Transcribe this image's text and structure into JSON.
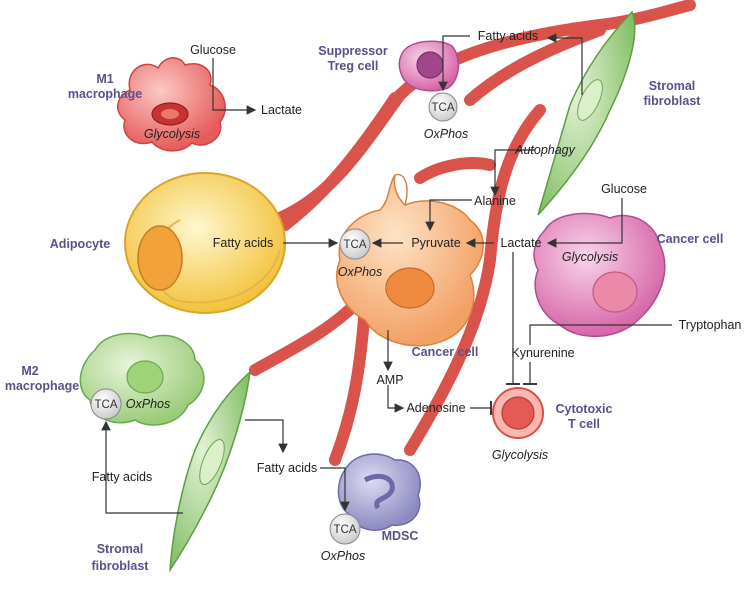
{
  "cells": {
    "m1_macrophage": "M1\nmacrophage",
    "suppressor_treg": "Suppressor\nTreg cell",
    "stromal_fibroblast_top": "Stromal\nfibroblast",
    "adipocyte": "Adipocyte",
    "cancer_cell_right": "Cancer cell",
    "cancer_cell_center": "Cancer cell",
    "m2_macrophage": "M2\nmacrophage",
    "cytotoxic_t_cell": "Cytotoxic\nT cell",
    "stromal_fibroblast_bottom": "Stromal\nfibroblast",
    "mdsc": "MDSC"
  },
  "metabolites": {
    "glucose_m1": "Glucose",
    "lactate_m1": "Lactate",
    "glycolysis_m1": "Glycolysis",
    "fatty_acids_treg": "Fatty acids",
    "tca_treg": "TCA",
    "oxphos_treg": "OxPhos",
    "autophagy": "Autophagy",
    "alanine": "Alanine",
    "fatty_acids_adipocyte": "Fatty acids",
    "tca_cancer": "TCA",
    "pyruvate": "Pyruvate",
    "lactate_center": "Lactate",
    "oxphos_cancer": "OxPhos",
    "glucose_cancer": "Glucose",
    "glycolysis_cancer": "Glycolysis",
    "tryptophan": "Tryptophan",
    "kynurenine": "Kynurenine",
    "amp": "AMP",
    "adenosine": "Adenosine",
    "glycolysis_t": "Glycolysis",
    "tca_m2": "TCA",
    "oxphos_m2": "OxPhos",
    "fatty_acids_m2": "Fatty acids",
    "fatty_acids_bottom": "Fatty acids",
    "tca_mdsc": "TCA",
    "oxphos_mdsc": "OxPhos"
  },
  "colors": {
    "vessel": "#d9534a",
    "label_purple": "#5b4f8c",
    "m1": "#e86a6a",
    "treg": "#d98fc4",
    "fibroblast": "#8fc47a",
    "adipocyte": "#f5d05a",
    "cancer_center": "#f7b27c",
    "cancer_right": "#de7fb8",
    "m2": "#a9d38b",
    "tcell": "#e8625e",
    "mdsc": "#9e9ccc"
  }
}
